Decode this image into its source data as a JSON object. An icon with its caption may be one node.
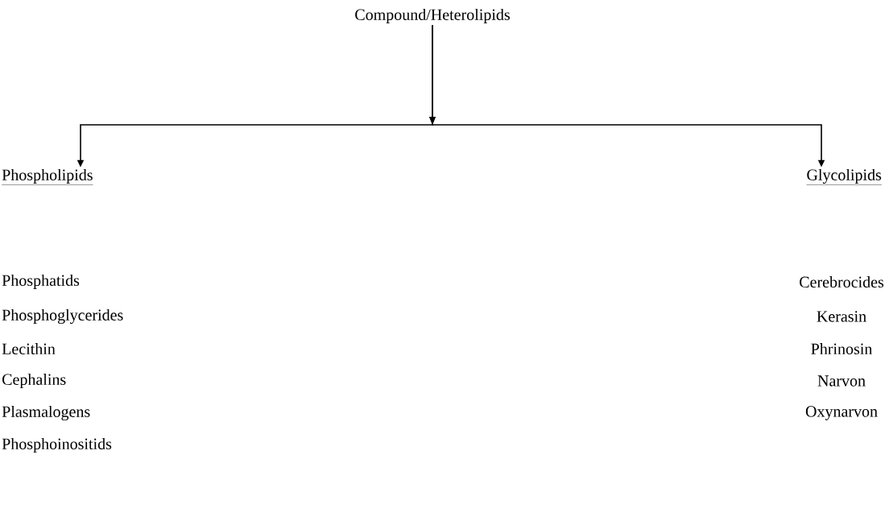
{
  "diagram": {
    "nodes": [
      {
        "text": [
          "Compound/Heterolipids"
        ]
      },
      {
        "text": [
          "Phospholipids"
        ]
      },
      {
        "text": [
          "Glycolipids"
        ]
      }
    ],
    "edges": [
      {
        "from": 0,
        "to": 1,
        "arrow": "to"
      },
      {
        "from": 0,
        "to": 2,
        "arrow": "to"
      }
    ],
    "labels": [
      "Phosphatids",
      "Cerebrocides",
      "Phosphoglycerides",
      "Kerasin",
      "Lecithin",
      "Phrinosin",
      "Cephalins",
      "Narvon",
      "Plasmalogens",
      "Oxynarvon",
      "Phosphoinositids"
    ]
  }
}
